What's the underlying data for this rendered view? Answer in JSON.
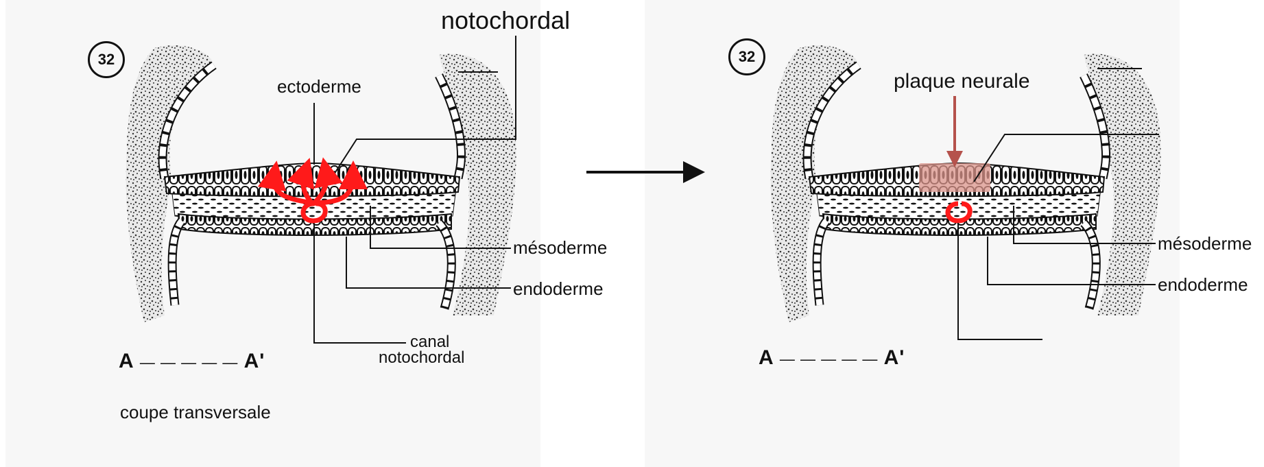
{
  "left_panel": {
    "badge": "32",
    "labels": {
      "notochordal_top": "notochordal",
      "ectoderme": "ectoderme",
      "mesoderme": "mésoderme",
      "endoderme": "endoderme",
      "canal": "canal",
      "canal_notochordal": "notochordal",
      "section_axis_a": "A",
      "section_axis_dashes": "— — — — —",
      "section_axis_a_prime": "A'",
      "caption": "coupe transversale"
    }
  },
  "right_panel": {
    "badge": "32",
    "labels": {
      "plaque_neurale": "plaque neurale",
      "mesoderme": "mésoderme",
      "endoderme": "endoderme",
      "section_axis_a": "A",
      "section_axis_dashes": "— — — — —",
      "section_axis_a_prime": "A'"
    }
  },
  "colors": {
    "migration_arrows": "#ff1a1a",
    "neural_plate_highlight": "#d9938a",
    "neural_plate_arrow": "#b5524c",
    "ink": "#111111",
    "panel_bg": "#f7f7f7"
  },
  "icons": {
    "transition_arrow": "right-arrow-icon"
  }
}
